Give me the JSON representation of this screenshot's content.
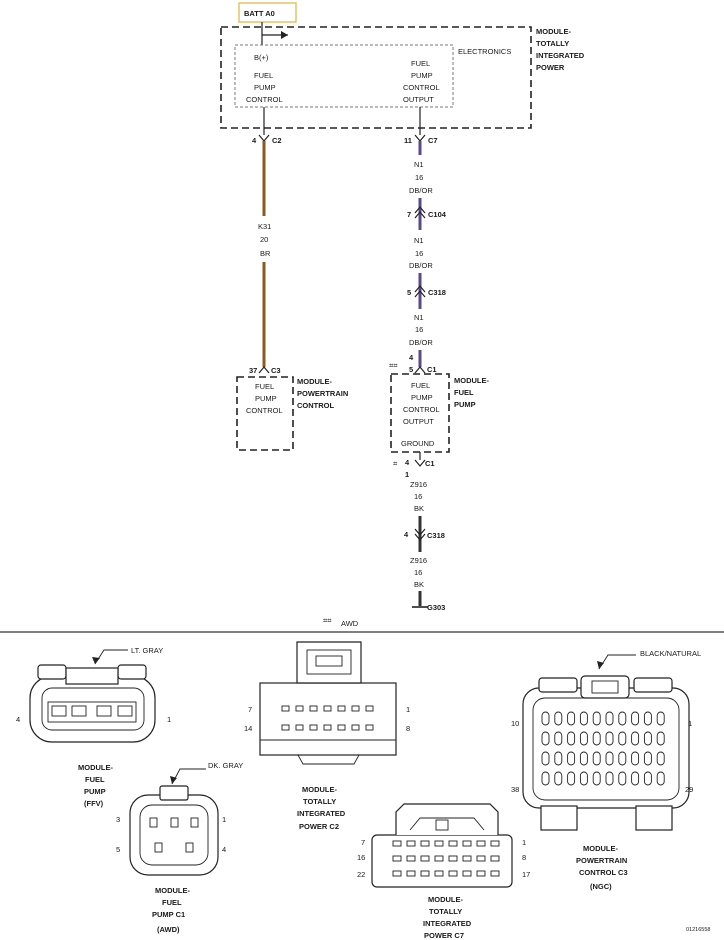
{
  "colors": {
    "wire_br": "#8b5a1e",
    "wire_dbor": "#5a4a8a",
    "wire_bk": "#333333",
    "batt_box": "#e8b84a"
  },
  "batt": {
    "label": "BATT A0"
  },
  "tipm": {
    "name": [
      "MODULE-",
      "TOTALLY",
      "INTEGRATED",
      "POWER"
    ],
    "electronics": "ELECTRONICS",
    "bplus": "B(+)",
    "left_func": [
      "FUEL",
      "PUMP",
      "CONTROL"
    ],
    "right_func": [
      "FUEL",
      "PUMP",
      "CONTROL",
      "OUTPUT"
    ]
  },
  "left_wire": {
    "pin_top": "4",
    "conn_top": "C2",
    "circuit": [
      "K31",
      "20",
      "BR"
    ],
    "pin_bottom": "37",
    "conn_bottom": "C3"
  },
  "pcm": {
    "name": [
      "MODULE-",
      "POWERTRAIN",
      "CONTROL"
    ],
    "func": [
      "FUEL",
      "PUMP",
      "CONTROL"
    ]
  },
  "right_wire": {
    "pin_c7": "11",
    "conn_c7": "C7",
    "seg1": [
      "N1",
      "16",
      "DB/OR"
    ],
    "pin_c104": "7",
    "conn_c104": "C104",
    "seg2": [
      "N1",
      "16",
      "DB/OR"
    ],
    "pin_c318": "5",
    "conn_c318": "C318",
    "seg3": [
      "N1",
      "16",
      "DB/OR"
    ],
    "pin_c1_a": "4",
    "pin_c1_b": "5",
    "conn_c1": "C1",
    "mark": "⌗⌗"
  },
  "fuelpump": {
    "name": [
      "MODULE-",
      "FUEL",
      "PUMP"
    ],
    "func": [
      "FUEL",
      "PUMP",
      "CONTROL",
      "OUTPUT"
    ],
    "ground": "GROUND"
  },
  "ground_wire": {
    "mark": "⌗",
    "pin_c1_a": "4",
    "pin_c1_b": "1",
    "conn_c1": "C1",
    "seg1": [
      "Z916",
      "16",
      "BK"
    ],
    "pin_c318": "4",
    "conn_c318": "C318",
    "seg2": [
      "Z916",
      "16",
      "BK"
    ],
    "ground": "G303"
  },
  "note": {
    "mark": "⌗⌗",
    "text": "AWD"
  },
  "connectors": {
    "ffv": {
      "color": "LT. GRAY",
      "pin_left": "4",
      "pin_right": "1",
      "caption": [
        "MODULE-",
        "FUEL",
        "PUMP",
        "(FFV)"
      ]
    },
    "c1": {
      "color": "DK. GRAY",
      "pins": [
        "3",
        "1",
        "5",
        "4"
      ],
      "caption": [
        "MODULE-",
        "FUEL",
        "PUMP C1",
        "(AWD)"
      ]
    },
    "c2": {
      "pins": [
        "7",
        "1",
        "14",
        "8"
      ],
      "caption": [
        "MODULE-",
        "TOTALLY",
        "INTEGRATED",
        "POWER C2"
      ]
    },
    "c7": {
      "pins": [
        "7",
        "1",
        "16",
        "8",
        "22",
        "17"
      ],
      "caption": [
        "MODULE-",
        "TOTALLY",
        "INTEGRATED",
        "POWER C7"
      ]
    },
    "c3": {
      "color": "BLACK/NATURAL",
      "pins": [
        "10",
        "1",
        "38",
        "29"
      ],
      "caption": [
        "MODULE-",
        "POWERTRAIN",
        "CONTROL C3",
        "(NGC)"
      ]
    }
  },
  "figure_id": "01216558"
}
